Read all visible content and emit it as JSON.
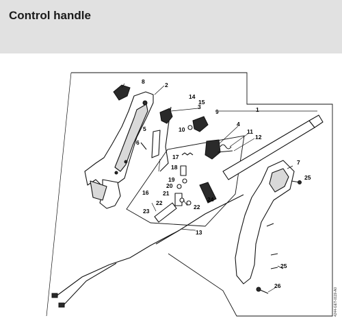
{
  "title": "Control handle",
  "doc_code": "4244-GET-0119-A0",
  "callouts": [
    "1",
    "2",
    "3",
    "4",
    "5",
    "6",
    "7",
    "8",
    "9",
    "10",
    "11",
    "12",
    "13",
    "14",
    "15",
    "16",
    "17",
    "18",
    "19",
    "20",
    "21",
    "22",
    "22",
    "23",
    "24",
    "25",
    "25",
    "26"
  ],
  "colors": {
    "header_bg": "#e1e1e1",
    "line": "#111111",
    "part_fill": "#ffffff",
    "shade": "#d9d9d9"
  }
}
